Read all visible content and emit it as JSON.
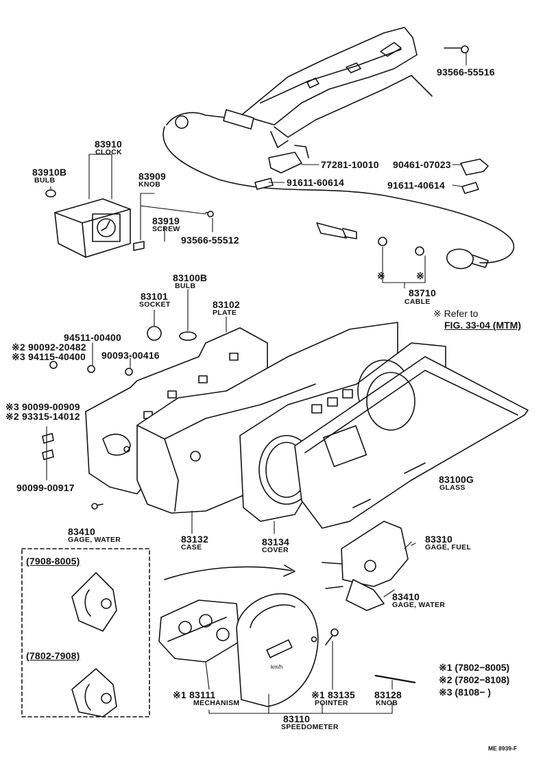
{
  "parts": {
    "p93566_55516": "93566-55516",
    "p77281_10010": "77281-10010",
    "p91611_60614": "91611-60614",
    "p90461_07023": "90461-07023",
    "p91611_40614": "91611-40614",
    "p83910": "83910",
    "p83910_name": "CLOCK",
    "p83910b": "83910B",
    "p83910b_name": "BULB",
    "p83909": "83909",
    "p83909_name": "KNOB",
    "p83919": "83919",
    "p83919_name": "SCREW",
    "p93566_55512": "93566-55512",
    "p83710": "83710",
    "p83710_name": "CABLE",
    "p83100b": "83100B",
    "p83100b_name": "BULB",
    "p83101": "83101",
    "p83101_name": "SOCKET",
    "p83102": "83102",
    "p83102_name": "PLATE",
    "p94511_00400": "94511-00400",
    "p290092": "※2 90092-20482",
    "p394115": "※3 94115-40400",
    "p90093_00416": "90093-00416",
    "p390099": "※3 90099-00909",
    "p293315": "※2 93315-14012",
    "p90099_00917": "90099-00917",
    "p83100g": "83100G",
    "p83100g_name": "GLASS",
    "p83132": "83132",
    "p83132_name": "CASE",
    "p83134": "83134",
    "p83134_name": "COVER",
    "p83410a": "83410",
    "p83410a_name": "GAGE, WATER",
    "p83310": "83310",
    "p83310_name": "GAGE, FUEL",
    "p83410b": "83410",
    "p83410b_name": "GAGE, WATER",
    "p83111": "※1 83111",
    "p83111_name": "MECHANISM",
    "p83135": "※1 83135",
    "p83135_name": "POINTER",
    "p83128": "83128",
    "p83128_name": "KNOB",
    "p83110": "83110",
    "p83110_name": "SPEEDOMETER"
  },
  "notes": {
    "refer": "※ Refer to",
    "fig": "FIG. 33-04 (MTM)",
    "star1": "※",
    "star2": "※",
    "range1": "(7908-8005)",
    "range2": "(7802-7908)",
    "legend1": "※1 (7802−8005)",
    "legend2": "※2 (7802−8108)",
    "legend3": "※3 (8108−        )",
    "footer": "ME 8939-F"
  }
}
